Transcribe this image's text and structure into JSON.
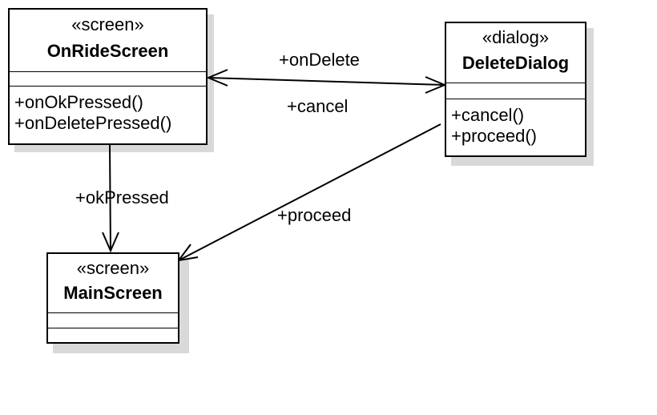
{
  "classes": {
    "on_ride_screen": {
      "stereotype": "«screen»",
      "name": "OnRideScreen",
      "operations": [
        "+onOkPressed()",
        "+onDeletePressed()"
      ]
    },
    "delete_dialog": {
      "stereotype": "«dialog»",
      "name": "DeleteDialog",
      "operations": [
        "+cancel()",
        "+proceed()"
      ]
    },
    "main_screen": {
      "stereotype": "«screen»",
      "name": "MainScreen",
      "operations": []
    }
  },
  "edges": {
    "on_delete": "+onDelete",
    "cancel": "+cancel",
    "ok_pressed": "+okPressed",
    "proceed": "+proceed"
  }
}
